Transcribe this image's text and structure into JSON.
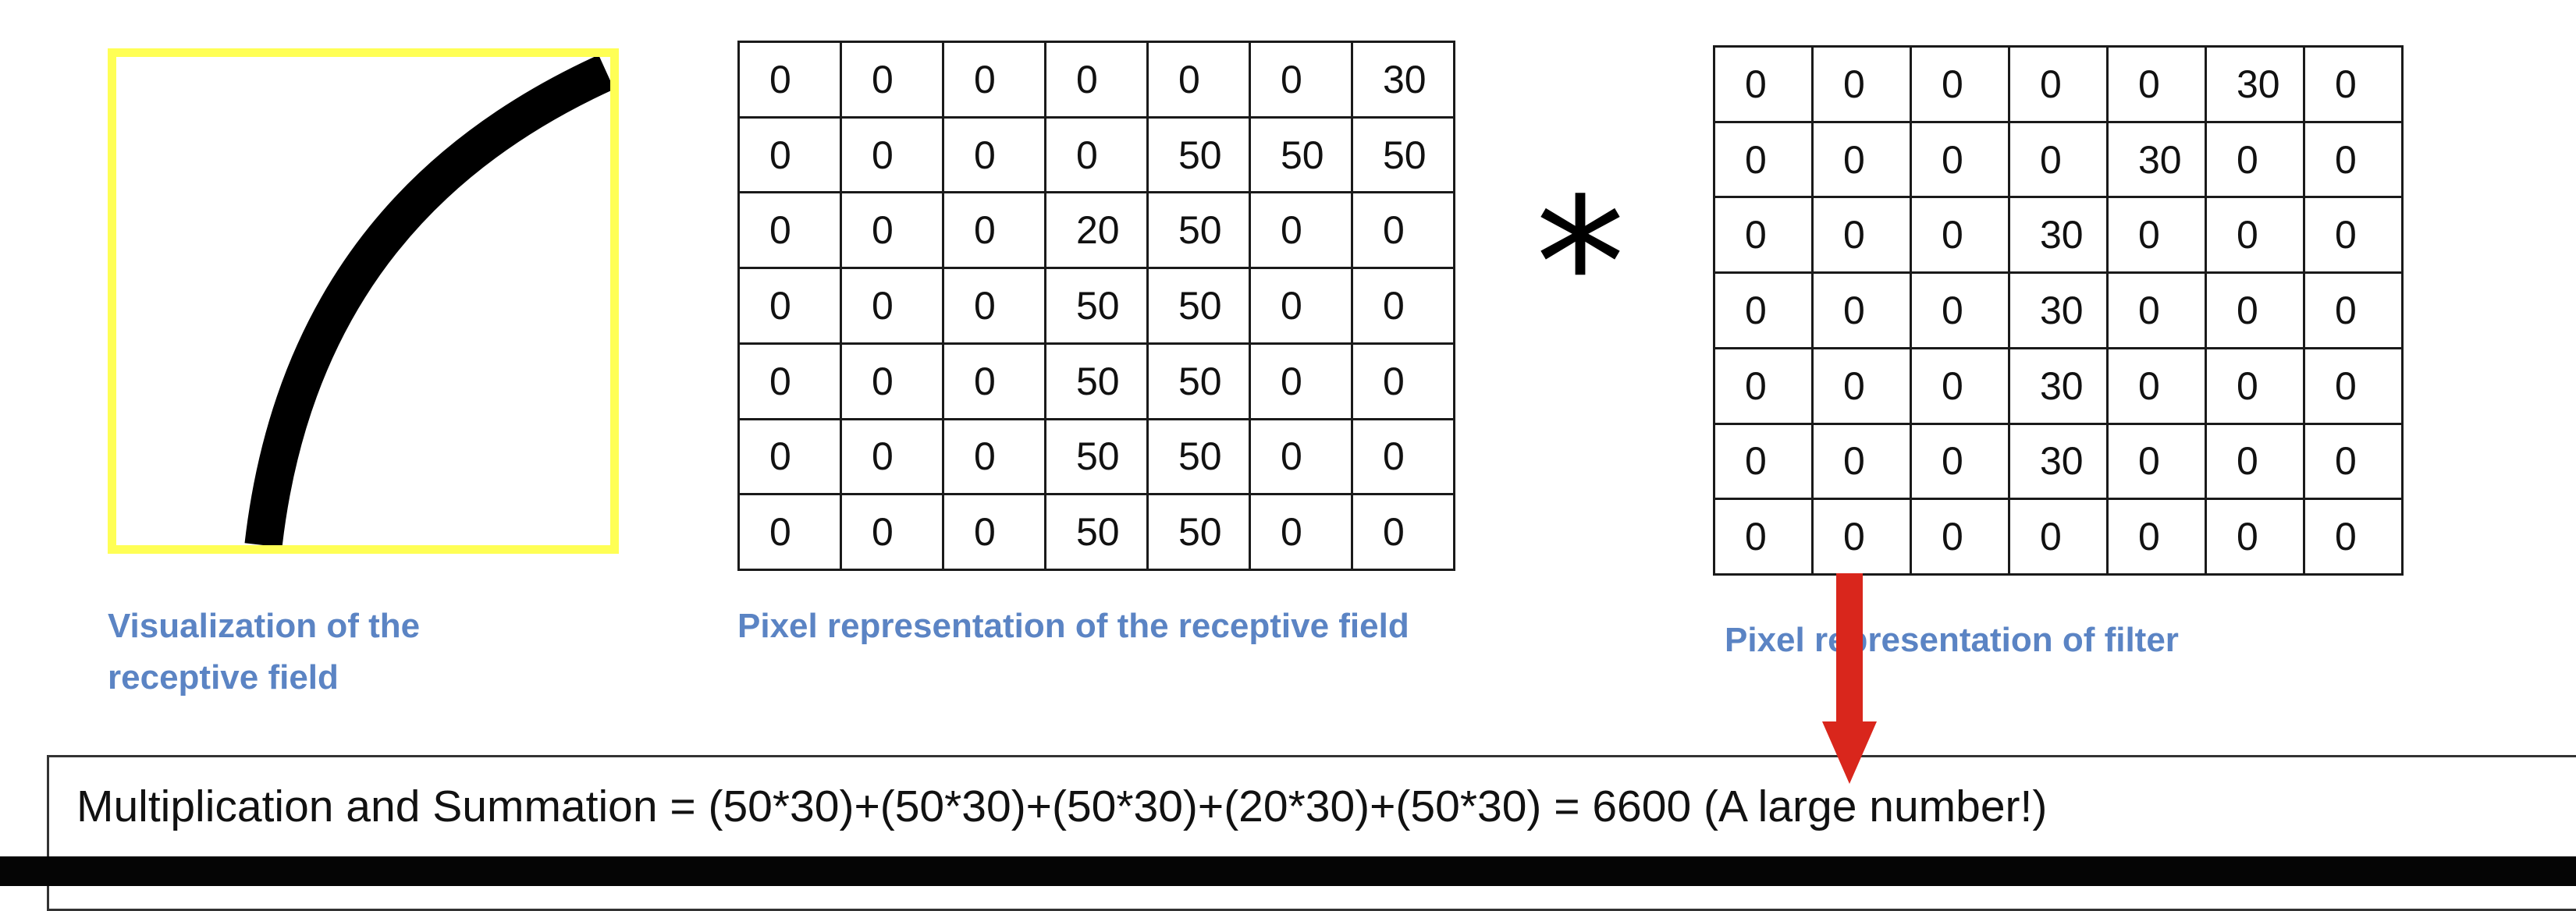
{
  "receptive_field_grid": [
    [
      "0",
      "0",
      "0",
      "0",
      "0",
      "0",
      "30"
    ],
    [
      "0",
      "0",
      "0",
      "0",
      "50",
      "50",
      "50"
    ],
    [
      "0",
      "0",
      "0",
      "20",
      "50",
      "0",
      "0"
    ],
    [
      "0",
      "0",
      "0",
      "50",
      "50",
      "0",
      "0"
    ],
    [
      "0",
      "0",
      "0",
      "50",
      "50",
      "0",
      "0"
    ],
    [
      "0",
      "0",
      "0",
      "50",
      "50",
      "0",
      "0"
    ],
    [
      "0",
      "0",
      "0",
      "50",
      "50",
      "0",
      "0"
    ]
  ],
  "filter_grid": [
    [
      "0",
      "0",
      "0",
      "0",
      "0",
      "30",
      "0"
    ],
    [
      "0",
      "0",
      "0",
      "0",
      "30",
      "0",
      "0"
    ],
    [
      "0",
      "0",
      "0",
      "30",
      "0",
      "0",
      "0"
    ],
    [
      "0",
      "0",
      "0",
      "30",
      "0",
      "0",
      "0"
    ],
    [
      "0",
      "0",
      "0",
      "30",
      "0",
      "0",
      "0"
    ],
    [
      "0",
      "0",
      "0",
      "30",
      "0",
      "0",
      "0"
    ],
    [
      "0",
      "0",
      "0",
      "0",
      "0",
      "0",
      "0"
    ]
  ],
  "operator_symbol": "*",
  "captions": {
    "visualization": "Visualization of the receptive field",
    "receptive": "Pixel representation  of the receptive field",
    "filter": "Pixel representation  of filter"
  },
  "formula": "Multiplication and Summation = (50*30)+(50*30)+(50*30)+(20*30)+(50*30) = 6600 (A large number!)",
  "colors": {
    "caption": "#5b84c4",
    "viz_border": "#ffff55",
    "arrow": "#d9261c",
    "bottom_bar": "#050505"
  }
}
